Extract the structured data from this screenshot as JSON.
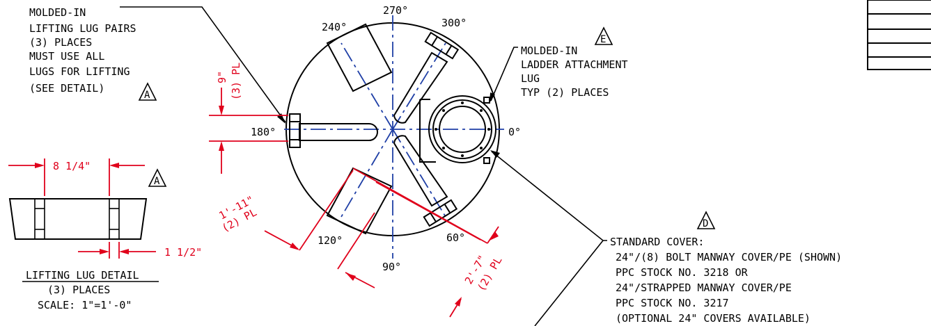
{
  "colors": {
    "ink": "#000000",
    "dimension": "#e0001b",
    "centerline": "#1f3fa6"
  },
  "notes": {
    "lifting": [
      "MOLDED-IN",
      "LIFTING LUG PAIRS",
      "(3) PLACES",
      "MUST USE ALL",
      "LUGS FOR LIFTING",
      "(SEE DETAIL)"
    ],
    "ladder": [
      "MOLDED-IN",
      "LADDER ATTACHMENT",
      "LUG",
      "TYP (2) PLACES"
    ],
    "cover": [
      "STANDARD COVER:",
      "24\"/(8) BOLT MANWAY COVER/PE (SHOWN)",
      "PPC STOCK NO. 3218 OR",
      "24\"/STRAPPED MANWAY COVER/PE",
      "PPC STOCK NO. 3217",
      "(OPTIONAL 24\" COVERS AVAILABLE)"
    ]
  },
  "detail_refs": {
    "a": "A",
    "e": "E",
    "d": "D"
  },
  "angles": {
    "a0": "0°",
    "a60": "60°",
    "a90": "90°",
    "a120": "120°",
    "a180": "180°",
    "a240": "240°",
    "a270": "270°",
    "a300": "300°"
  },
  "dimensions": {
    "lug_spacing_value": "9\"",
    "lug_spacing_qty": "(3) PL",
    "slot_width_value": "1'-11\"",
    "slot_width_qty": "(2) PL",
    "slot_length_value": "2'-7\"",
    "slot_length_qty": "(2) PL",
    "detail_width": "8 1/4\"",
    "detail_lug": "1 1/2\""
  },
  "detail": {
    "title": "LIFTING LUG DETAIL",
    "places": "(3) PLACES",
    "scale": "SCALE: 1\"=1'-0\""
  },
  "title_block": {
    "rows": [
      "",
      "",
      "",
      ""
    ]
  }
}
